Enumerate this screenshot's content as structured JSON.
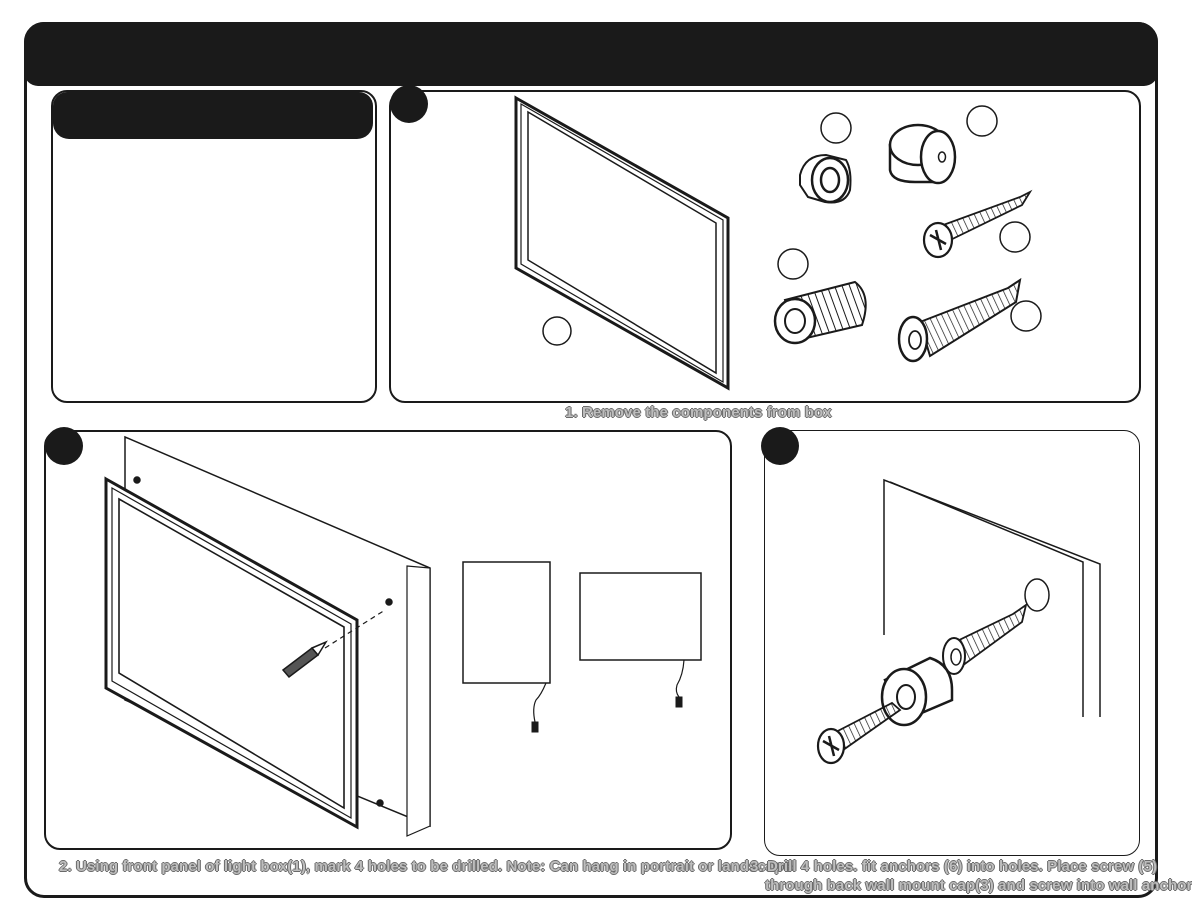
{
  "captions": {
    "step1": "1. Remove the components from box",
    "step2": "2. Using front panel of light box(1), mark 4 holes to be drilled. Note: Can hang in portrait or landscape.",
    "step3_line1": "3. Drill 4 holes. fit anchors (6) into holes. Place screw (5)",
    "step3_line2": "through back wall mount cap(3) and screw into wall anchor"
  },
  "icons": {
    "frame": "light-box-frame-illustration",
    "cap": "wall-mount-cap-illustration",
    "spacer": "spacer-illustration",
    "screw": "screw-illustration",
    "spring": "spring-illustration",
    "anchor": "wall-anchor-illustration",
    "pencil": "pencil-illustration",
    "wall": "wall-illustration"
  },
  "colors": {
    "ink": "#1a1a1a",
    "caption_fill": "#bdbdbd",
    "caption_outline": "#6a6a6a"
  }
}
